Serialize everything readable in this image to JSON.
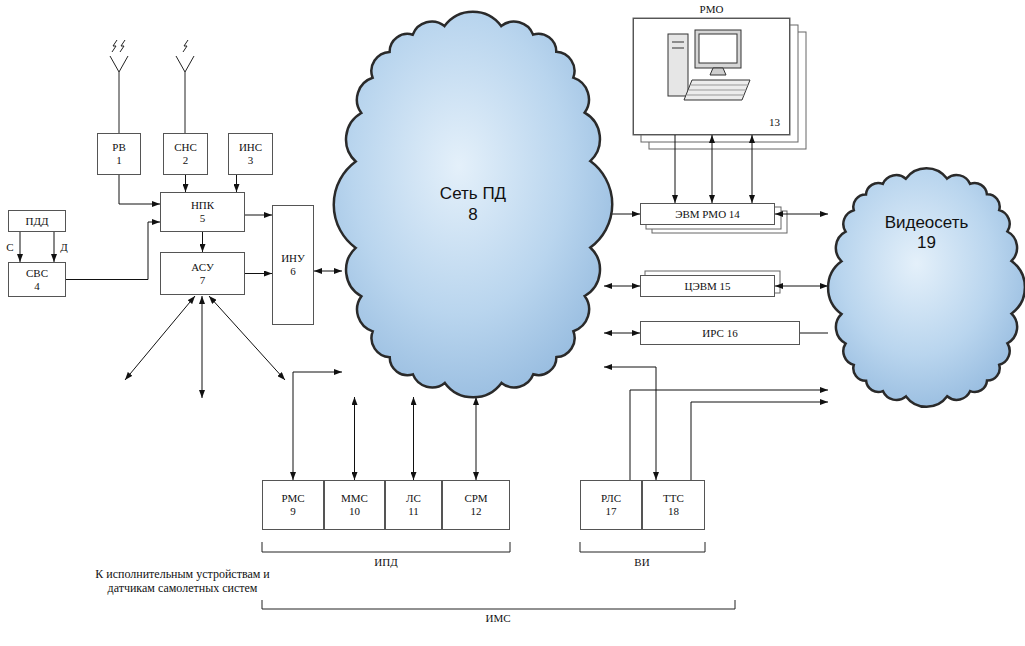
{
  "diagram": {
    "nodes": [
      {
        "text": [
          "РВ 1"
        ]
      },
      {
        "text": [
          "СНС 2"
        ]
      },
      {
        "text": [
          "ИНС 3"
        ]
      },
      {
        "text": [
          "ПДД"
        ]
      },
      {
        "text": [
          "СВС 4"
        ]
      },
      {
        "text": [
          "НПК 5"
        ]
      },
      {
        "text": [
          "АСУ 7"
        ]
      },
      {
        "text": [
          "ИНУ 6"
        ]
      },
      {
        "text": [
          "Сеть ПД 8"
        ]
      },
      {
        "text": [
          "РМО",
          "13"
        ]
      },
      {
        "text": [
          "ЭВМ РМО 14"
        ]
      },
      {
        "text": [
          "ЦЭВМ 15"
        ]
      },
      {
        "text": [
          "ИРС 16"
        ]
      },
      {
        "text": [
          "Видеосеть 19"
        ]
      },
      {
        "text": [
          "РМС 9"
        ]
      },
      {
        "text": [
          "ММС 10"
        ]
      },
      {
        "text": [
          "ЛС 11"
        ]
      },
      {
        "text": [
          "СРМ 12"
        ]
      },
      {
        "text": [
          "РЛС 17"
        ]
      },
      {
        "text": [
          "ТТС 18"
        ]
      }
    ],
    "edges": [
      {
        "from": 0,
        "to": 5,
        "arrow": "to"
      },
      {
        "from": 1,
        "to": 5,
        "arrow": "to"
      },
      {
        "from": 2,
        "to": 5,
        "arrow": "to"
      },
      {
        "from": 3,
        "to": 4,
        "label": "С",
        "arrow": "to"
      },
      {
        "from": 3,
        "to": 4,
        "label": "Д",
        "arrow": "to"
      },
      {
        "from": 4,
        "to": 5,
        "arrow": "to"
      },
      {
        "from": 5,
        "to": 7,
        "arrow": "to"
      },
      {
        "from": 5,
        "to": 6,
        "arrow": "to"
      },
      {
        "from": 6,
        "to": 7,
        "arrow": "to"
      },
      {
        "from": 7,
        "to": 8,
        "arrow": "both"
      },
      {
        "from": 8,
        "to": 10,
        "arrow": "both"
      },
      {
        "from": 9,
        "to": 10,
        "arrow": "to"
      },
      {
        "from": 9,
        "to": 10,
        "arrow": "both"
      },
      {
        "from": 9,
        "to": 10,
        "arrow": "both"
      },
      {
        "from": 10,
        "to": 13,
        "arrow": "both"
      },
      {
        "from": 8,
        "to": 11,
        "arrow": "both"
      },
      {
        "from": 11,
        "to": 13,
        "arrow": "both"
      },
      {
        "from": 8,
        "to": 12,
        "arrow": "both"
      },
      {
        "from": 12,
        "to": 13,
        "arrow": "none"
      },
      {
        "from": 8,
        "to": 14,
        "arrow": "both"
      },
      {
        "from": 8,
        "to": 15,
        "arrow": "both"
      },
      {
        "from": 8,
        "to": 16,
        "arrow": "both"
      },
      {
        "from": 8,
        "to": 17,
        "arrow": "both"
      },
      {
        "from": 8,
        "to": 19,
        "arrow": "both"
      },
      {
        "from": 18,
        "to": 13,
        "arrow": "to"
      },
      {
        "from": 19,
        "to": 13,
        "arrow": "to"
      }
    ],
    "labels": [
      "К исполнительным устройствам и датчикам самолетных систем",
      "ИПД",
      "ВИ",
      "ИМС"
    ]
  }
}
